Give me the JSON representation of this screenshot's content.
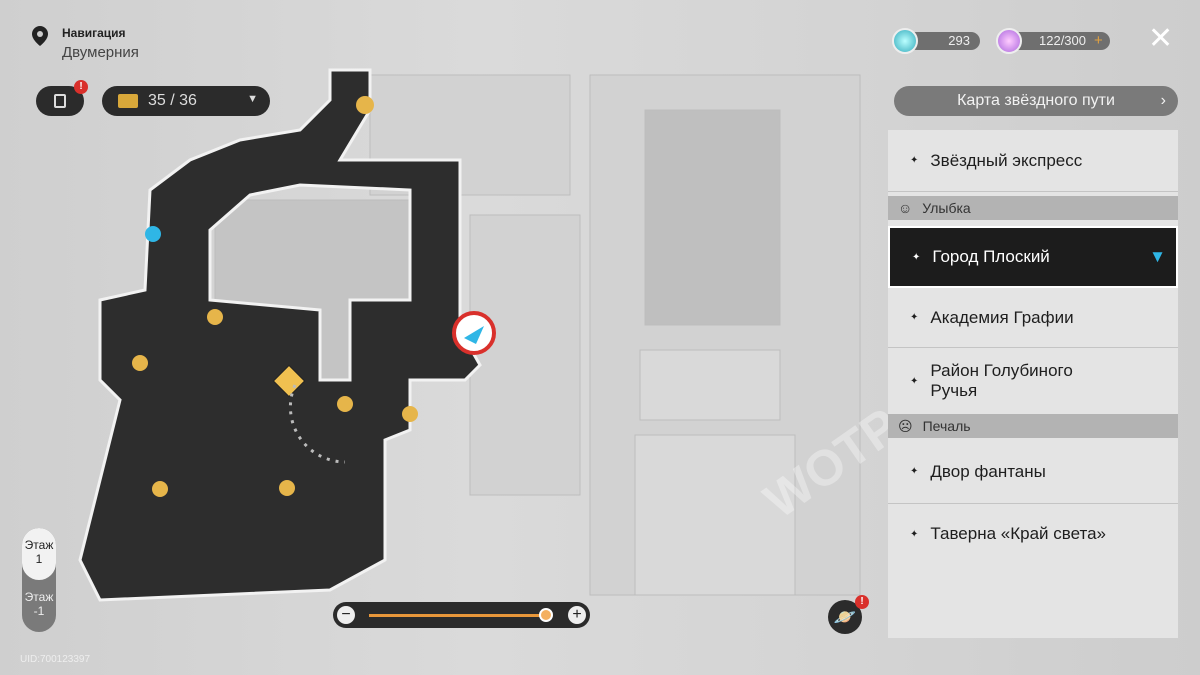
{
  "header": {
    "section": "Навигация",
    "location": "Двумерния"
  },
  "toolbar": {
    "treasure_count": "35 / 36",
    "missions_badge": "!"
  },
  "currency": {
    "stellar_jade": "293",
    "trailblaze_power": "122/300",
    "add": "+"
  },
  "star_map_button": "Карта звёздного пути",
  "locations": [
    {
      "label": "Звёздный экспресс"
    },
    {
      "group": "Улыбка"
    },
    {
      "label": "Город Плоский",
      "selected": true
    },
    {
      "label": "Академия Графии"
    },
    {
      "label": "Район Голубиного Ручья"
    },
    {
      "group": "Печаль"
    },
    {
      "label": "Двор фантаны"
    },
    {
      "label": "Таверна «Край света»"
    }
  ],
  "floors": [
    {
      "label": "Этаж",
      "num": "1",
      "active": true
    },
    {
      "label": "Этаж",
      "num": "-1"
    }
  ],
  "zoom": {
    "minus": "−",
    "plus": "+",
    "level": 0.95
  },
  "uid": "UID:700123397",
  "watermark": "WOTPACK.RU",
  "colors": {
    "accent": "#f0a030",
    "selected_marker": "#2fb6e6",
    "alert": "#d9302b"
  }
}
